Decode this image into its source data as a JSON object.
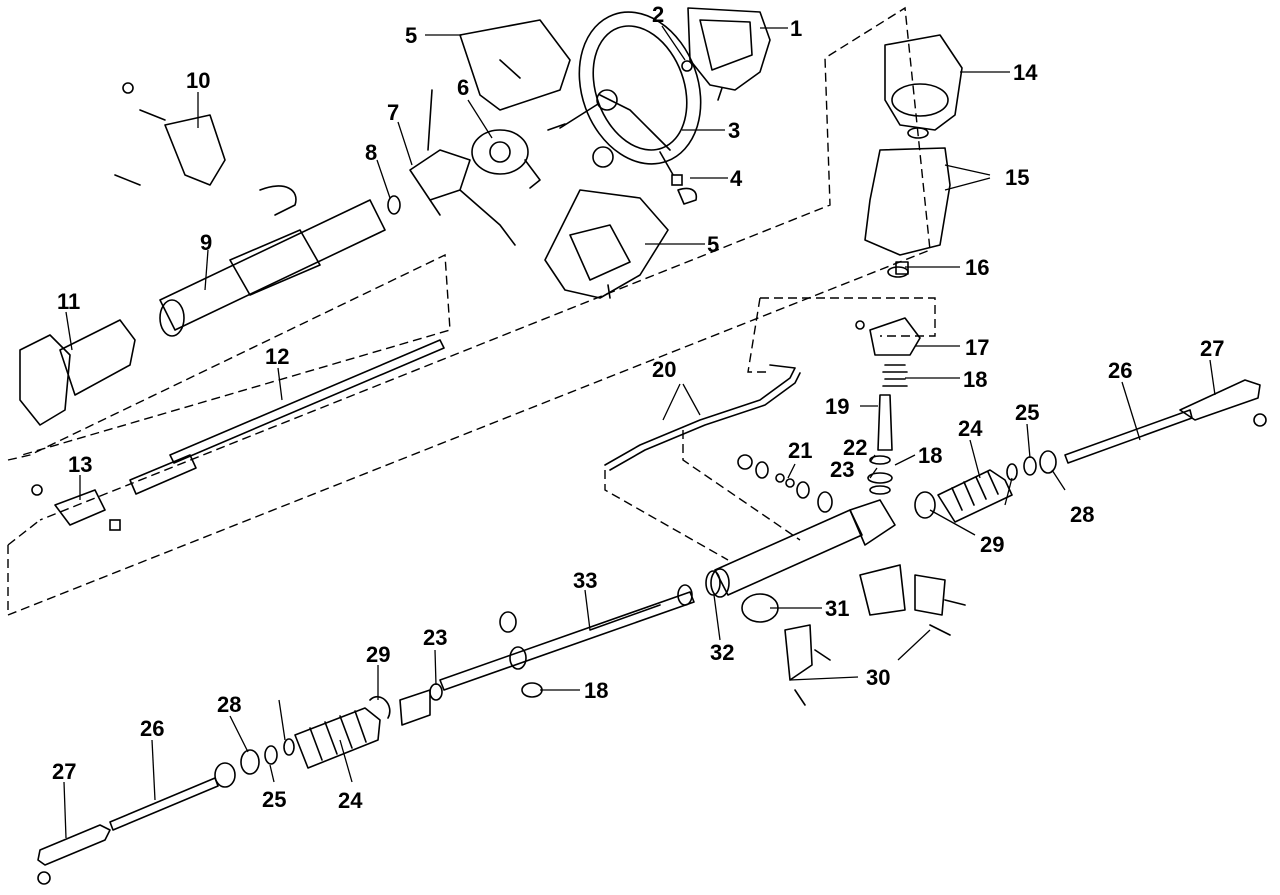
{
  "diagram": {
    "callouts": [
      "1",
      "2",
      "3",
      "4",
      "5",
      "5",
      "6",
      "7",
      "8",
      "9",
      "10",
      "11",
      "12",
      "13",
      "14",
      "15",
      "16",
      "17",
      "18",
      "18",
      "18",
      "19",
      "20",
      "21",
      "22",
      "23",
      "23",
      "24",
      "24",
      "25",
      "25",
      "26",
      "26",
      "27",
      "27",
      "28",
      "28",
      "29",
      "29",
      "30",
      "31",
      "32",
      "33"
    ]
  }
}
